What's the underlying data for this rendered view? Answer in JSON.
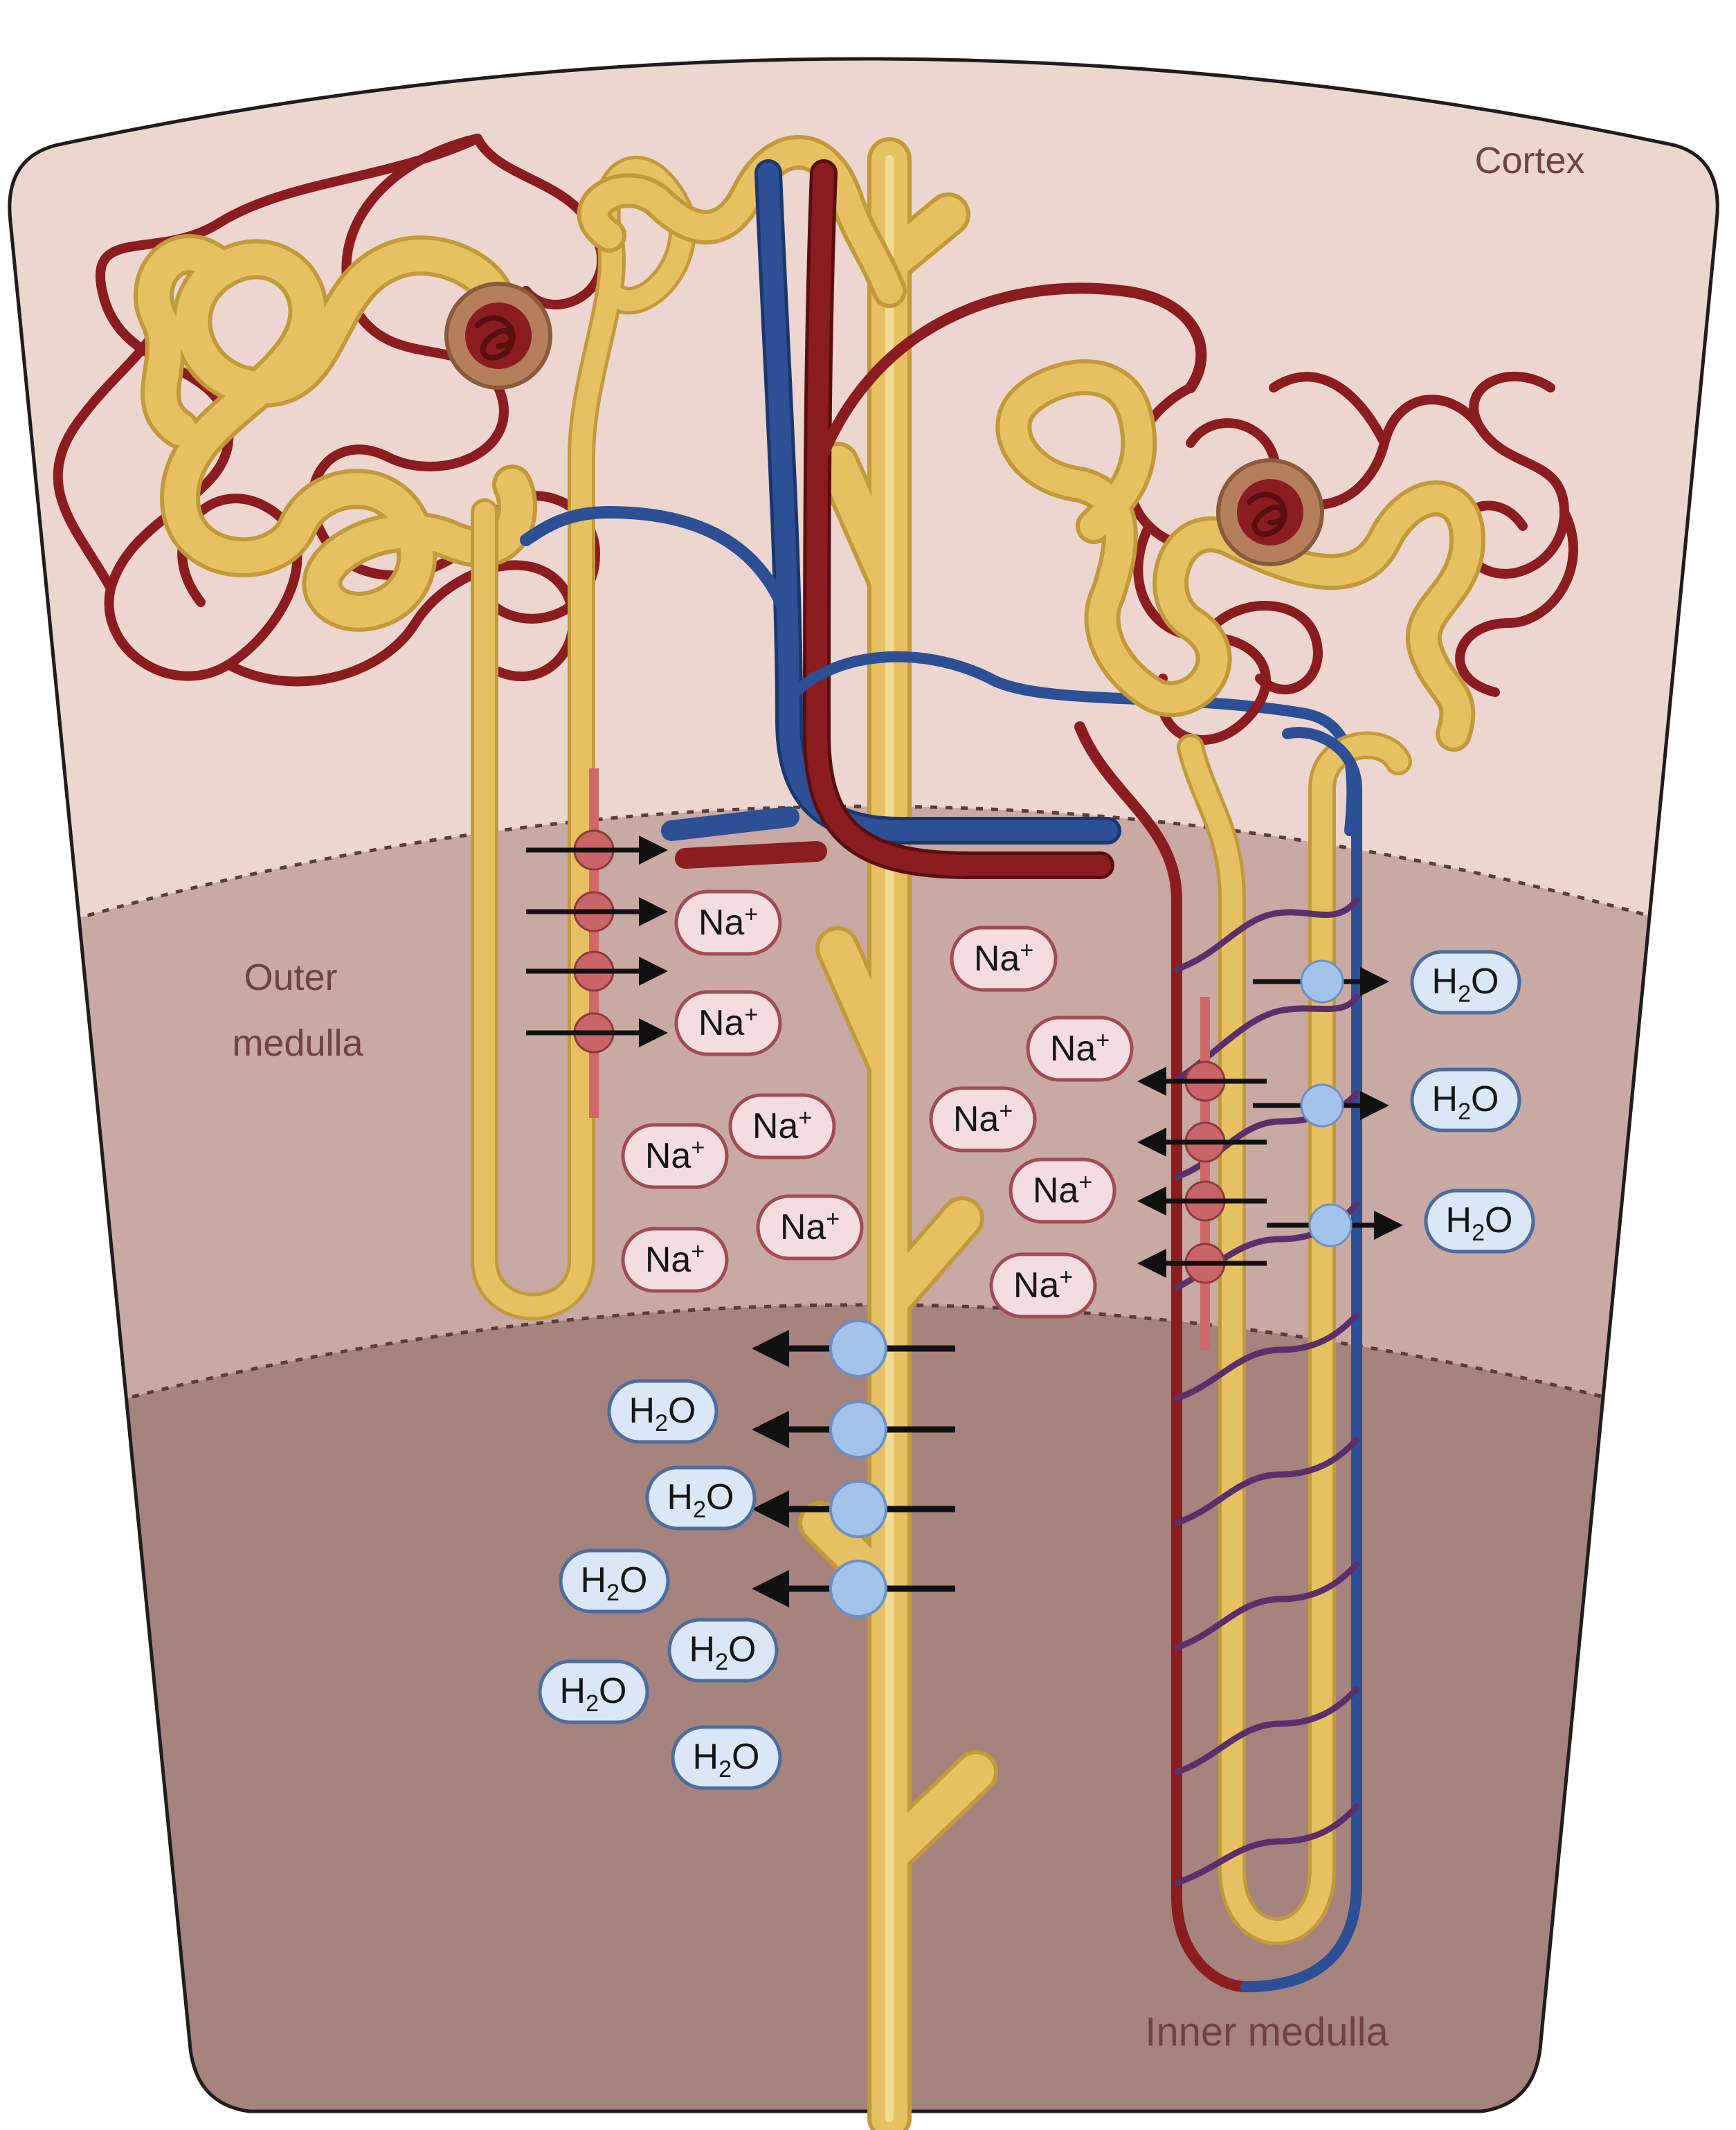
{
  "regions": {
    "cortex": "Cortex",
    "outer_medulla_line1": "Outer",
    "outer_medulla_line2": "medulla",
    "inner_medulla": "Inner medulla"
  },
  "ions": {
    "sodium_base": "Na",
    "sodium_charge": "+",
    "water_h": "H",
    "water_sub": "2",
    "water_o": "O"
  },
  "colors": {
    "cortex": "#ecd6cf",
    "outer_medulla": "#c8a9a3",
    "inner_medulla": "#a6837c",
    "tubule": "#e7c062",
    "artery": "#8b1c1f",
    "vein": "#2c4f95",
    "sodium_bubble": "#f3dde0",
    "water_bubble": "#dbe7f6",
    "channel": "#a4c3ea",
    "pump": "#c96568"
  }
}
